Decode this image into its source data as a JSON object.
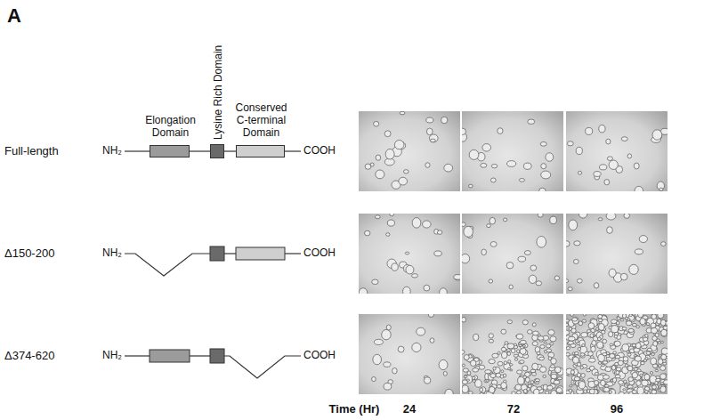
{
  "diagram": {
    "nodes": [
      {
        "text": [
          "Elongation Domain"
        ]
      },
      {
        "text": [
          "Lysine Rich Domain"
        ]
      },
      {
        "text": [
          "Conserved C-terminal Domain"
        ]
      }
    ],
    "edges": [
      {
        "from": 0,
        "to": 1,
        "arrow": "none"
      },
      {
        "from": 1,
        "to": 2,
        "arrow": "none"
      }
    ],
    "labels": [
      "A",
      "Full-length",
      "NH₂",
      "COOH",
      "Δ150-200",
      "NH₂",
      "COOH",
      "Δ374-620",
      "NH₂",
      "COOH",
      "Time (Hr)",
      "24",
      "72",
      "96"
    ]
  }
}
